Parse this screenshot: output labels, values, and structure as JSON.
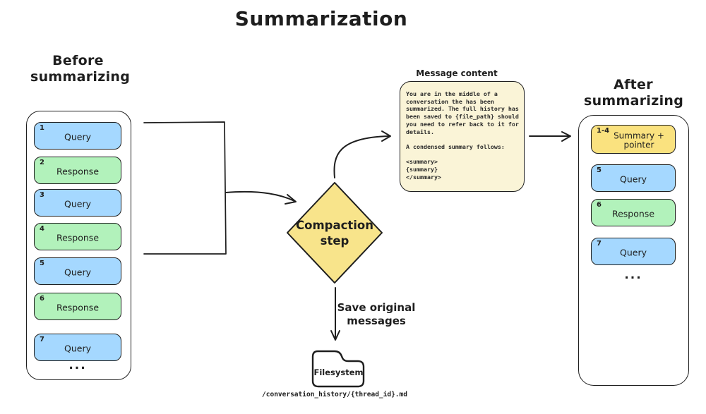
{
  "title": "Summarization",
  "before": {
    "heading": "Before summarizing",
    "messages": [
      {
        "num": "1",
        "label": "Query",
        "type": "query"
      },
      {
        "num": "2",
        "label": "Response",
        "type": "response"
      },
      {
        "num": "3",
        "label": "Query",
        "type": "query"
      },
      {
        "num": "4",
        "label": "Response",
        "type": "response"
      },
      {
        "num": "5",
        "label": "Query",
        "type": "query"
      },
      {
        "num": "6",
        "label": "Response",
        "type": "response"
      },
      {
        "num": "7",
        "label": "Query",
        "type": "query"
      }
    ],
    "ellipsis": "..."
  },
  "after": {
    "heading": "After summarizing",
    "messages": [
      {
        "num": "1-4",
        "label": "Summary + pointer",
        "type": "summary"
      },
      {
        "num": "5",
        "label": "Query",
        "type": "query"
      },
      {
        "num": "6",
        "label": "Response",
        "type": "response"
      },
      {
        "num": "7",
        "label": "Query",
        "type": "query"
      }
    ],
    "ellipsis": "..."
  },
  "compaction": {
    "label": "Compaction step"
  },
  "note": {
    "label": "Message content",
    "body": "You are in the middle of a\nconversation the has been\nsummarized. The full history has\nbeen saved to {file_path} should\nyou need to refer back to it for\ndetails.\n\nA condensed summary follows:\n\n<summary>\n{summary}\n</summary>"
  },
  "save_arrow": {
    "label": "Save original messages"
  },
  "filesystem": {
    "label": "Filesystem",
    "path": "/conversation_history/{thread_id}.md"
  },
  "colors": {
    "query_fill": "#a5d8ff",
    "response_fill": "#b2f2bb",
    "summary_fill": "#fae27f",
    "diamond_fill": "#f8e48b",
    "note_fill": "#faf4d7",
    "stroke": "#1e1e1e"
  }
}
